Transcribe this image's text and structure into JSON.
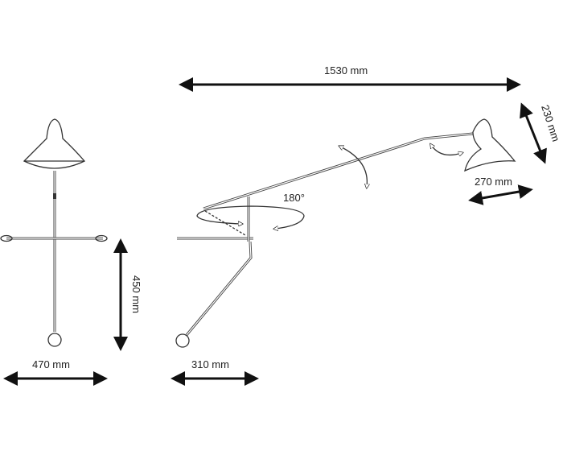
{
  "dimensions": {
    "total_reach": "1530 mm",
    "shade_height": "230 mm",
    "shade_width": "270 mm",
    "rotation": "180°",
    "wall_arm_height": "450 mm",
    "front_width": "470 mm",
    "side_depth": "310 mm"
  }
}
